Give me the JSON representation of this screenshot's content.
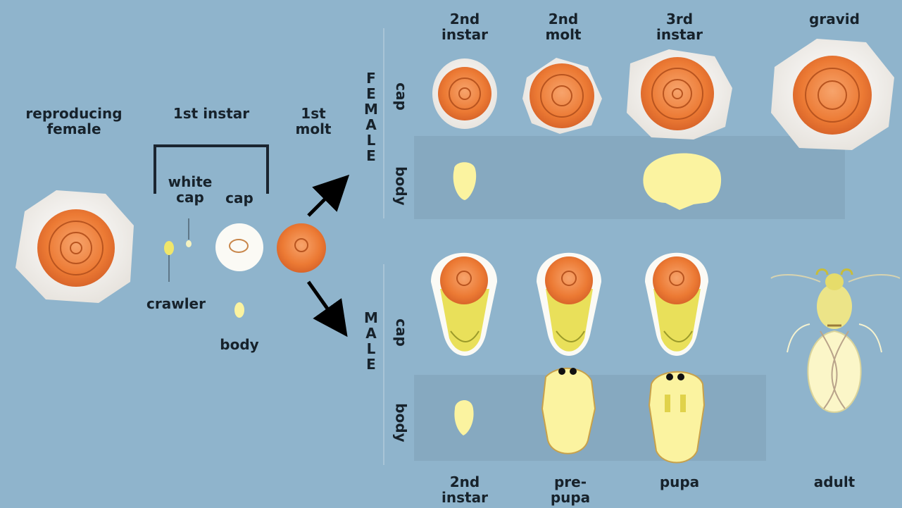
{
  "labels": {
    "reproducing_female": "reproducing\nfemale",
    "first_instar": "1st instar",
    "first_molt": "1st\nmolt",
    "white_cap": "white\ncap",
    "cap": "cap",
    "crawler": "crawler",
    "body": "body",
    "second_instar_top": "2nd\ninstar",
    "second_molt": "2nd\nmolt",
    "third_instar": "3rd\ninstar",
    "gravid": "gravid",
    "female": "FEMALE",
    "male": "MALE",
    "row_cap": "cap",
    "row_body": "body",
    "second_instar_bottom": "2nd\ninstar",
    "prepupa": "pre-\npupa",
    "pupa": "pupa",
    "adult": "adult"
  },
  "colors": {
    "background": "#8fb4cc",
    "panel": "#86a9c0",
    "cap_outer": "#f3efe9",
    "cap_orange": "#ec7a34",
    "body_yellow": "#fbf3a0",
    "arrow": "#000000"
  }
}
